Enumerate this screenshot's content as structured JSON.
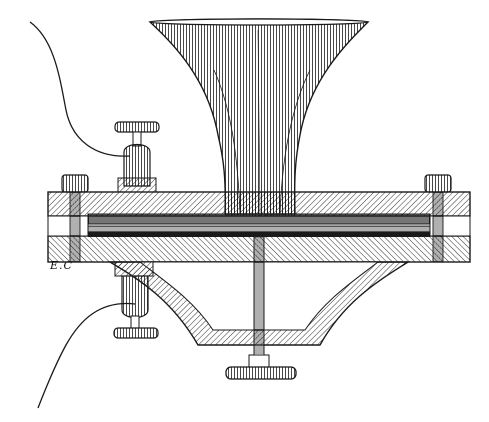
{
  "figure": {
    "engraver_initials": "E.C",
    "ink": "#1a1a1a",
    "paper": "#ffffff",
    "parts": [
      "mouthpiece-horn",
      "body-case",
      "diaphragm",
      "adjusting-screw",
      "binding-post-upper",
      "binding-post-lower",
      "lead-wire-upper",
      "lead-wire-lower",
      "side-screws"
    ]
  }
}
